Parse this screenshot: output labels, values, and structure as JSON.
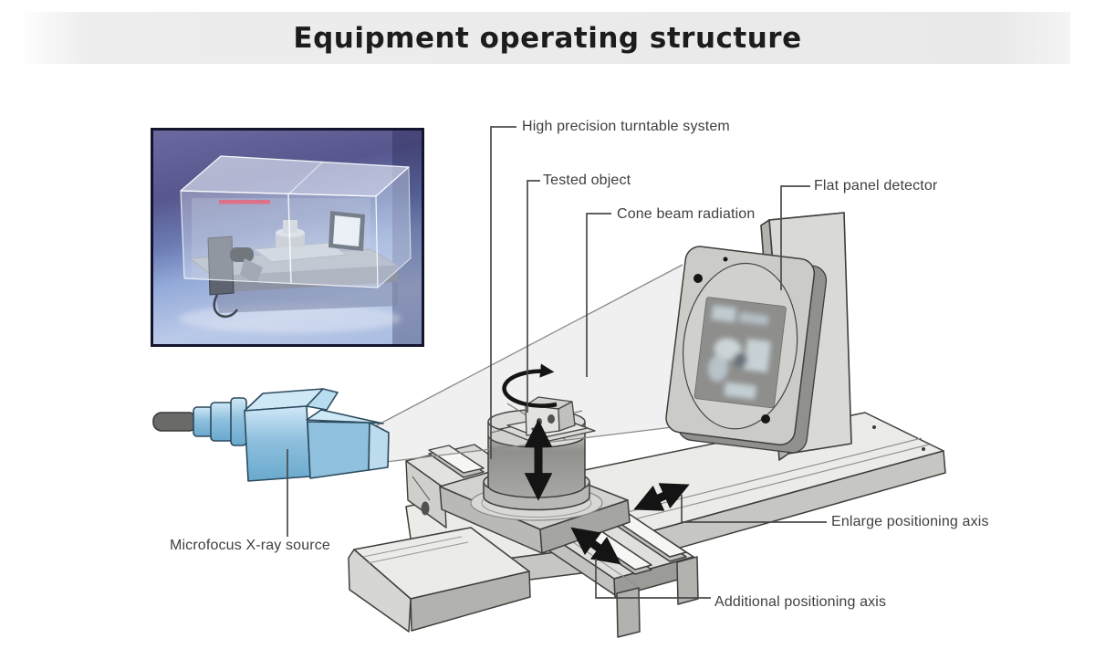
{
  "title": "Equipment operating structure",
  "labels": {
    "turntable": "High precision turntable system",
    "tested_object": "Tested object",
    "cone_beam": "Cone beam radiation",
    "flat_panel": "Flat panel detector",
    "xray_source": "Microfocus X-ray source",
    "enlarge_axis": "Enlarge positioning axis",
    "additional_axis": "Additional positioning axis"
  },
  "colors": {
    "title-text": "#1c1c1c",
    "band-bg": "#ececec",
    "label-text": "#3f3f3f",
    "line": "#3e3e3c",
    "leader": "#4a4a4a",
    "arrow": "#141414",
    "metal-light": "#ebebe8",
    "metal-mid": "#d2d2cf",
    "metal-dark": "#b2b2af",
    "metal-deep": "#9b9b98",
    "source-blue-light": "#cfe8f6",
    "source-blue": "#8fc0de",
    "source-blue-deep": "#69a9cd",
    "source-outline": "#2c4a5e",
    "red-stripe": "#d32a4e",
    "inset-frame": "#14142e",
    "panel-face": "#cbcbc8",
    "image-dark": "#8e8e8c"
  }
}
